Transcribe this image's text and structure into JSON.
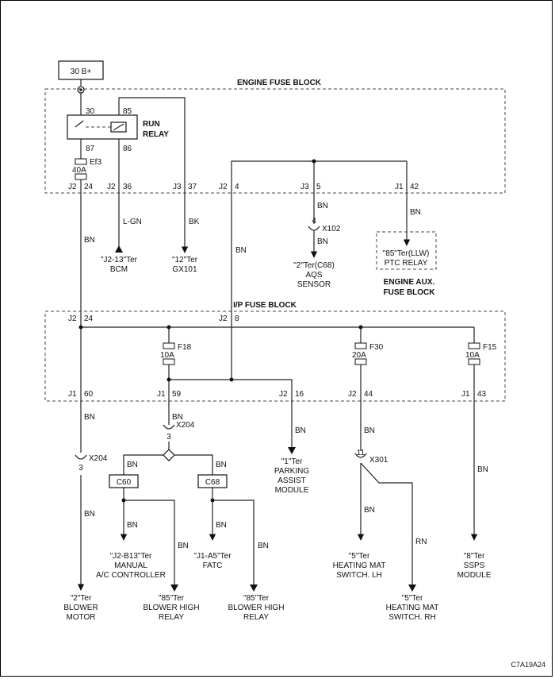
{
  "source": "30 B+",
  "blocks": {
    "engine_fuse_block": "ENGINE FUSE BLOCK",
    "ip_fuse_block": "I/P FUSE BLOCK",
    "engine_aux_line1": "ENGINE AUX.",
    "engine_aux_line2": "FUSE BLOCK"
  },
  "relay": {
    "name_line1": "RUN",
    "name_line2": "RELAY",
    "pin30": "30",
    "pin85": "85",
    "pin87": "87",
    "pin86": "86"
  },
  "fuses": {
    "ef3_name": "Ef3",
    "ef3_rating": "40A",
    "f18_name": "F18",
    "f18_rating": "10A",
    "f30_name": "F30",
    "f30_rating": "20A",
    "f15_name": "F15",
    "f15_rating": "10A"
  },
  "engine_pins": [
    {
      "conn": "J2",
      "pin": "24"
    },
    {
      "conn": "J2",
      "pin": "36"
    },
    {
      "conn": "J3",
      "pin": "37"
    },
    {
      "conn": "J2",
      "pin": "4"
    },
    {
      "conn": "J3",
      "pin": "5"
    },
    {
      "conn": "J1",
      "pin": "42"
    }
  ],
  "ip_pins_top": [
    {
      "conn": "J2",
      "pin": "24"
    },
    {
      "conn": "J2",
      "pin": "8"
    }
  ],
  "ip_pins_bottom": [
    {
      "conn": "J1",
      "pin": "60"
    },
    {
      "conn": "J1",
      "pin": "59"
    },
    {
      "conn": "J2",
      "pin": "16"
    },
    {
      "conn": "J2",
      "pin": "44"
    },
    {
      "conn": "J1",
      "pin": "43"
    }
  ],
  "wire_colors": {
    "lgn": "L-GN",
    "bk": "BK",
    "bn": "BN"
  },
  "connectors": {
    "x102_pin": "4",
    "x102_name": "X102",
    "x204a_pin": "3",
    "x204a_name": "X204",
    "x204b_pin": "3",
    "x204b_name": "X204",
    "x301_pin": "11",
    "x301_name": "X301",
    "c60": "C60",
    "c68": "C68"
  },
  "destinations": {
    "bcm_l1": "\"J2-13\"Ter",
    "bcm_l2": "BCM",
    "gx101_l1": "\"12\"Ter",
    "gx101_l2": "GX101",
    "aqs_l1": "\"2\"Ter(C68)",
    "aqs_l2": "AQS",
    "aqs_l3": "SENSOR",
    "ptc_l1": "\"85\"Ter(LLW)",
    "ptc_l2": "PTC RELAY",
    "park_l1": "\"1\"Ter",
    "park_l2": "PARKING",
    "park_l3": "ASSIST",
    "park_l4": "MODULE",
    "manual_l1": "\"J2-B13\"Ter",
    "manual_l2": "MANUAL",
    "manual_l3": "A/C CONTROLLER",
    "fatc_l1": "\"J1-A5\"Ter",
    "fatc_l2": "FATC",
    "blower_l1": "\"2\"Ter",
    "blower_l2": "BLOWER",
    "blower_l3": "MOTOR",
    "bhr1_l1": "\"85\"Ter",
    "bhr1_l2": "BLOWER HIGH",
    "bhr1_l3": "RELAY",
    "bhr2_l1": "\"85\"Ter",
    "bhr2_l2": "BLOWER HIGH",
    "bhr2_l3": "RELAY",
    "hmlh_l1": "\"5\"Ter",
    "hmlh_l2": "HEATING MAT",
    "hmlh_l3": "SWITCH. LH",
    "hmrh_l1": "\"5\"Ter",
    "hmrh_l2": "HEATING MAT",
    "hmrh_l3": "SWITCH. RH",
    "ssps_l1": "\"8\"Ter",
    "ssps_l2": "SSPS",
    "ssps_l3": "MODULE"
  },
  "figure_id": "C7A19A24"
}
